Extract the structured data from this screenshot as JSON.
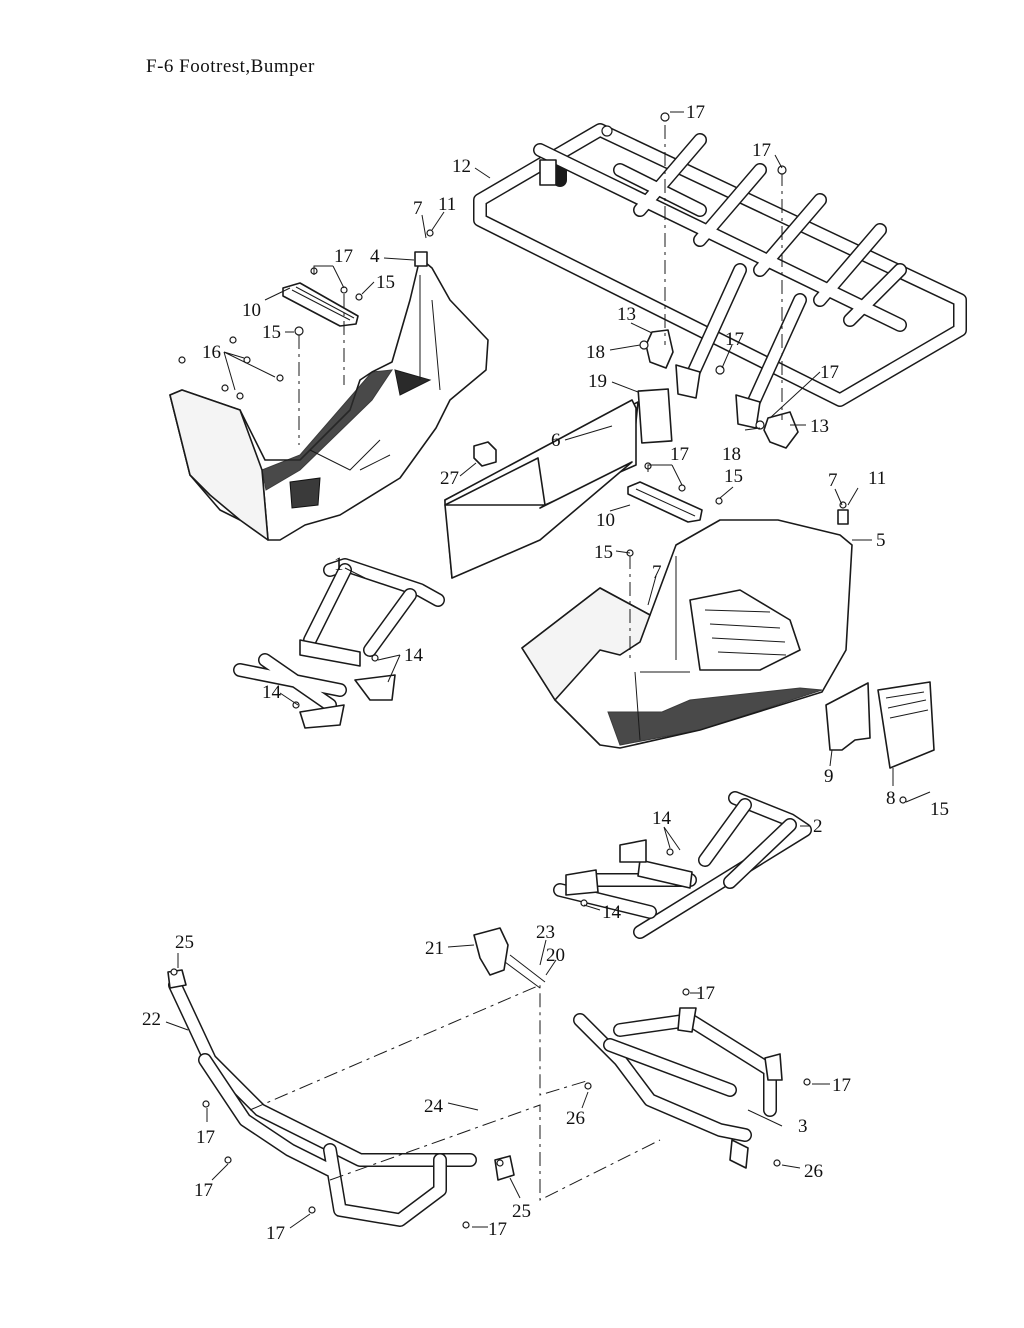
{
  "title": "F-6 Footrest,Bumper",
  "callouts": {
    "c1": "1",
    "c2": "2",
    "c3": "3",
    "c4": "4",
    "c5": "5",
    "c6": "6",
    "c7a": "7",
    "c7b": "7",
    "c7c": "7",
    "c8": "8",
    "c9": "9",
    "c10a": "10",
    "c10b": "10",
    "c11a": "11",
    "c11b": "11",
    "c12": "12",
    "c13a": "13",
    "c13b": "13",
    "c14a": "14",
    "c14b": "14",
    "c14c": "14",
    "c14d": "14",
    "c15a": "15",
    "c15b": "15",
    "c15c": "15",
    "c15d": "15",
    "c15e": "15",
    "c16": "16",
    "c17a": "17",
    "c17b": "17",
    "c17c": "17",
    "c17d": "17",
    "c17e": "17",
    "c17f": "17",
    "c17g": "17",
    "c17h": "17",
    "c17i": "17",
    "c17j": "17",
    "c17k": "17",
    "c17l": "17",
    "c18a": "18",
    "c18b": "18",
    "c19": "19",
    "c20": "20",
    "c21": "21",
    "c22": "22",
    "c23": "23",
    "c24": "24",
    "c25a": "25",
    "c25b": "25",
    "c26a": "26",
    "c26b": "26",
    "c27": "27"
  }
}
